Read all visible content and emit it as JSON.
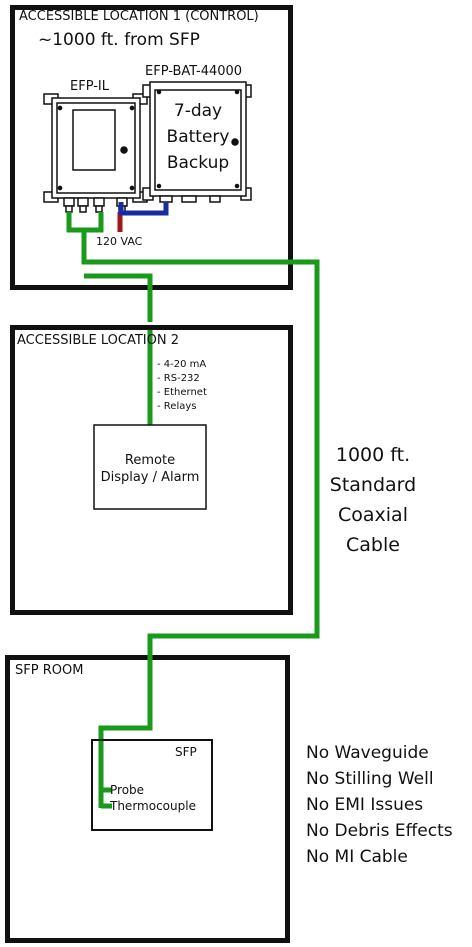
{
  "location1": {
    "title": "ACCESSIBLE LOCATION 1 (CONTROL)",
    "distance": "~1000 ft. from SFP",
    "efp_label": "EFP-IL",
    "battery_label": "EFP-BAT-44000",
    "battery_text": [
      "7-day",
      "Battery",
      "Backup"
    ],
    "power_label": "120 VAC"
  },
  "location2": {
    "title": "ACCESSIBLE LOCATION 2",
    "signals": [
      "- 4-20 mA",
      "- RS-232",
      "- Ethernet",
      "- Relays"
    ],
    "display_lines": [
      "Remote",
      "Display / Alarm"
    ]
  },
  "cable_label": [
    "1000 ft.",
    "Standard",
    "Coaxial",
    "Cable"
  ],
  "sfp_room": {
    "title": "SFP ROOM",
    "sfp_label": "SFP",
    "probe_label": "Probe",
    "thermocouple_label": "Thermocouple"
  },
  "features": [
    "No Waveguide",
    "No Stilling Well",
    "No EMI Issues",
    "No Debris Effects",
    "No MI Cable"
  ],
  "colors": {
    "cable": "#1a9a1a",
    "power": "#a01818",
    "battery_link": "#1a2aa0",
    "line": "#111111"
  }
}
